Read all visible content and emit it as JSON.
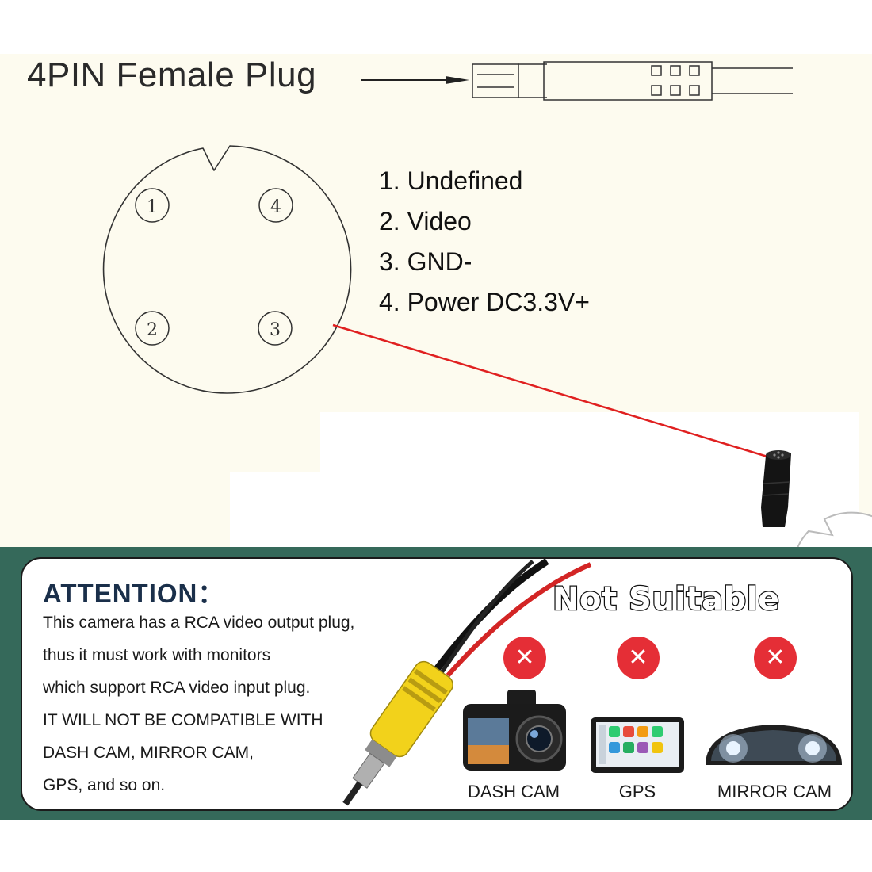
{
  "diagram": {
    "title": "4PIN Female Plug",
    "pin_numbers": [
      "1",
      "4",
      "2",
      "3"
    ],
    "pins": [
      "1. Undefined",
      "2. Video",
      "3. GND-",
      "4. Power DC3.3V+"
    ],
    "line_color": "#e02020"
  },
  "attention": {
    "heading": "ATTENTION：",
    "lines": [
      "This camera has a RCA video output plug,",
      "thus it must work with monitors",
      "which support RCA video input plug.",
      "IT WILL NOT BE COMPATIBLE WITH",
      "DASH CAM, MIRROR CAM,",
      "GPS, and so on."
    ],
    "not_suitable": "Not Suitable",
    "x_mark": "✕",
    "devices": [
      {
        "label": "DASH CAM",
        "icon": "dash-cam-icon"
      },
      {
        "label": "GPS",
        "icon": "gps-icon"
      },
      {
        "label": "MIRROR CAM",
        "icon": "mirror-cam-icon"
      }
    ],
    "colors": {
      "band": "#35695a",
      "x_badge": "#e52e36",
      "rca_yellow": "#f2d21b"
    }
  }
}
